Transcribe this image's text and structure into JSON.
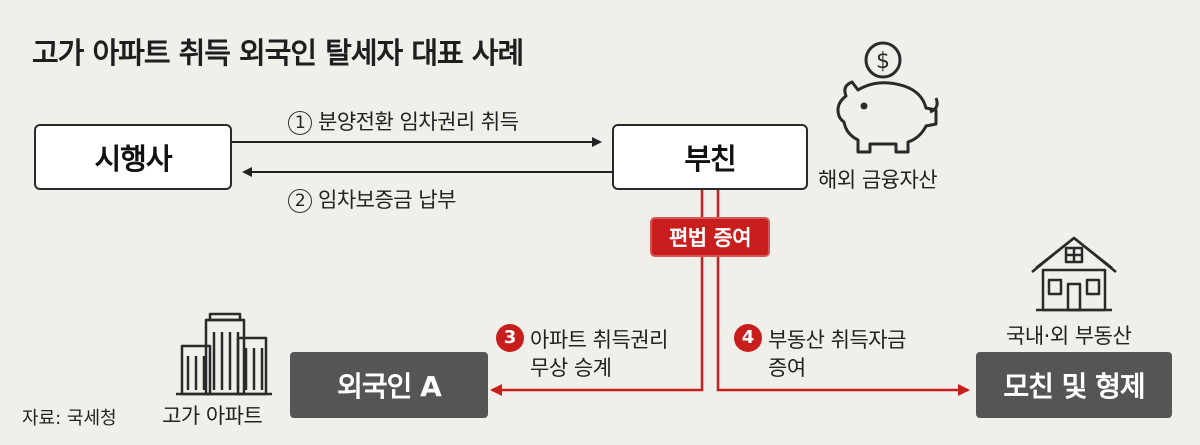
{
  "title": "고가 아파트 취득 외국인 탈세자 대표 사례",
  "nodes": {
    "developer": "시행사",
    "parent": "부친",
    "foreigner_a": "외국인 A",
    "family": "모친 및 형제"
  },
  "flows": {
    "f1": {
      "num": "1",
      "label": "분양전환 임차권리 취득"
    },
    "f2": {
      "num": "2",
      "label": "임차보증금 납부"
    },
    "f3": {
      "num": "3",
      "line1": "아파트 취득권리",
      "line2": "무상 승계"
    },
    "f4": {
      "num": "4",
      "line1": "부동산 취득자금",
      "line2": "증여"
    }
  },
  "gift_tag": "편법 증여",
  "captions": {
    "overseas_assets": "해외 금융자산",
    "property": "국내·외 부동산",
    "apartment": "고가 아파트"
  },
  "source": "자료: 국세청",
  "icons": [
    "piggy-bank-icon",
    "house-icon",
    "apartment-building-icon"
  ],
  "colors": {
    "background": "#f0efe9",
    "accent": "#c81e1e",
    "dark_box": "#555555"
  }
}
